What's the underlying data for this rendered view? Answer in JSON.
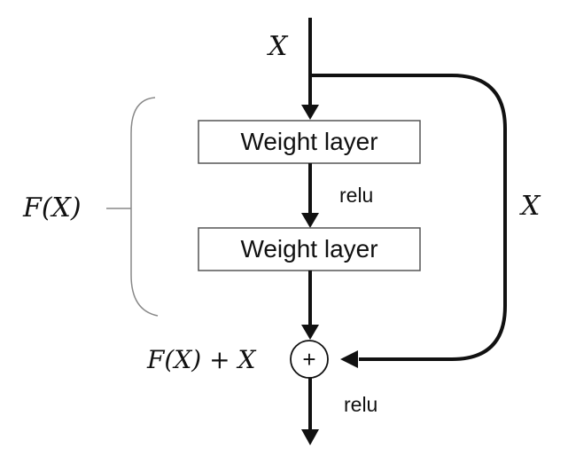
{
  "diagram": {
    "input_label": "X",
    "shortcut_label": "X",
    "residual_label": "F(X)",
    "sum_label": "F(X) + X",
    "sum_symbol": "+",
    "layers": [
      {
        "label": "Weight layer"
      },
      {
        "label": "Weight layer"
      }
    ],
    "activations": [
      {
        "label": "relu"
      },
      {
        "label": "relu"
      }
    ],
    "colors": {
      "line": "#111111",
      "box_stroke": "#555555",
      "brace": "#888888",
      "text": "#111111"
    }
  }
}
